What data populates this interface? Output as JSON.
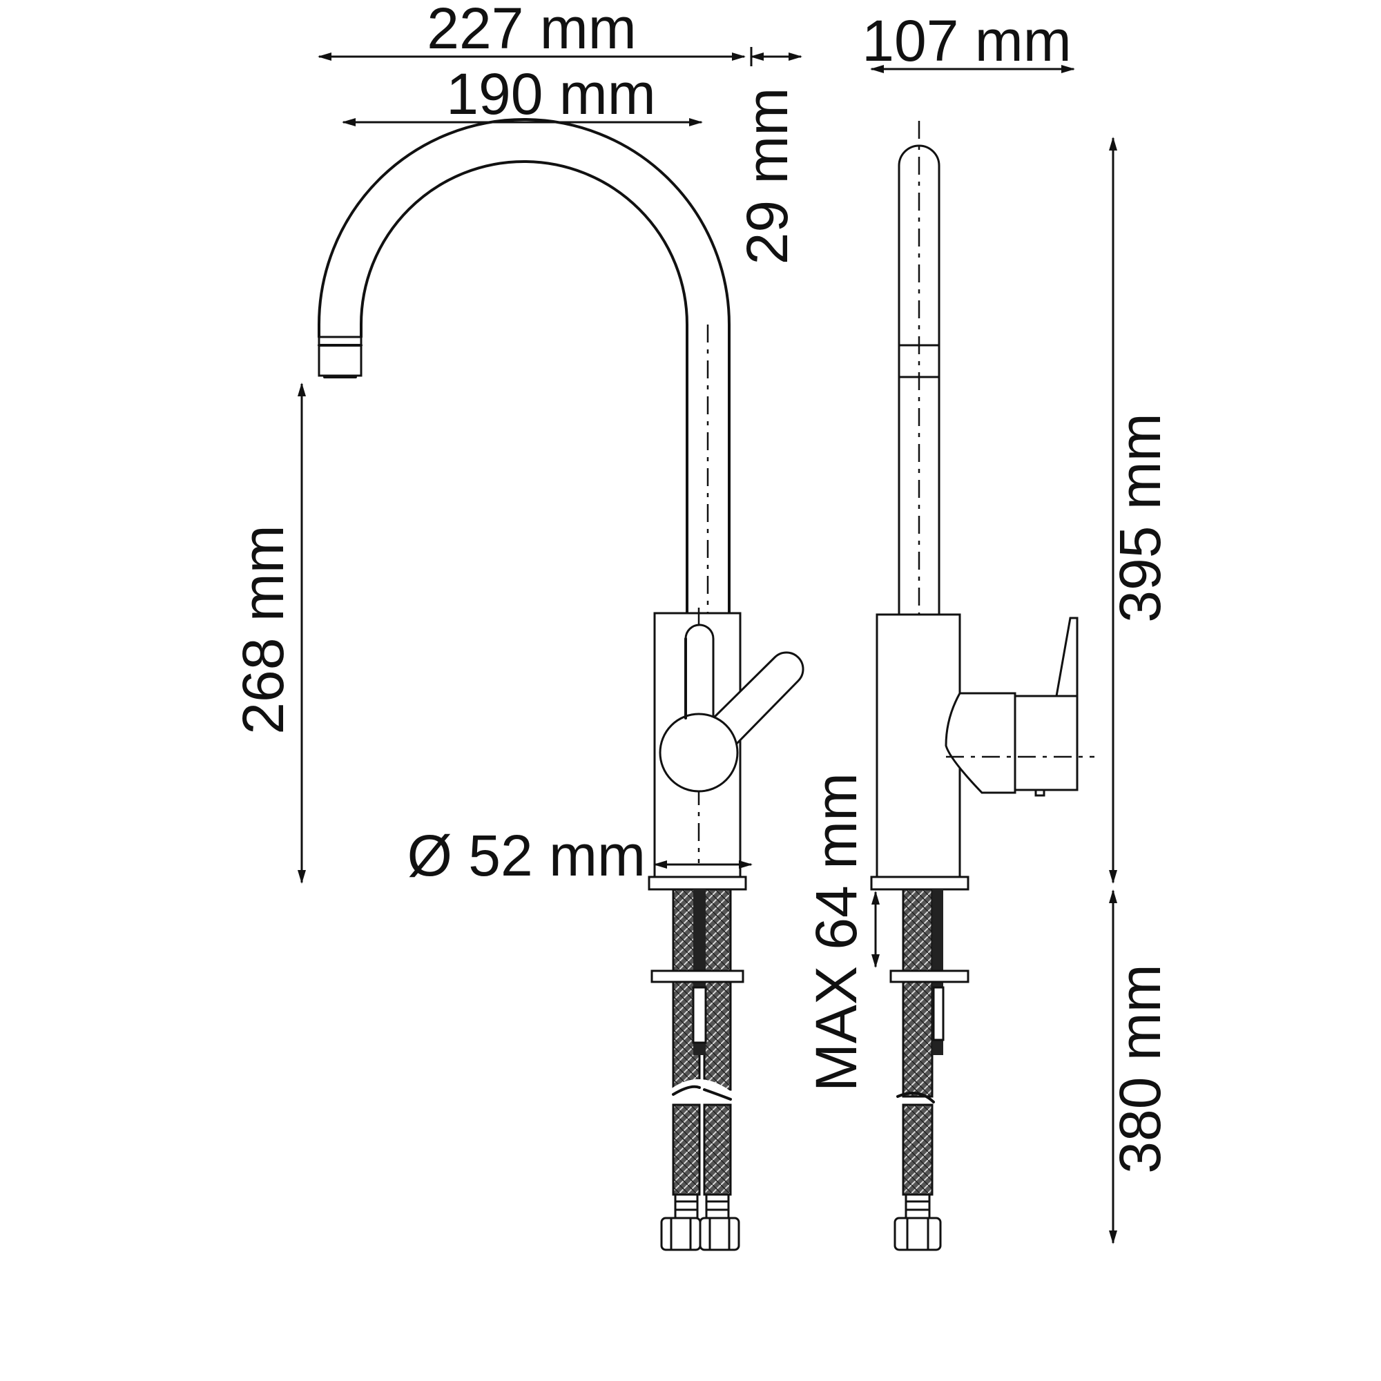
{
  "colors": {
    "ink": "#111111",
    "background": "#ffffff"
  },
  "dimensions": {
    "width_227": "227 mm",
    "width_190": "190 mm",
    "height_29": "29 mm",
    "width_107": "107 mm",
    "height_395": "395 mm",
    "height_268": "268 mm",
    "diameter_52": "Ø 52 mm",
    "max_64": "MAX 64 mm",
    "hose_380": "380 mm"
  }
}
